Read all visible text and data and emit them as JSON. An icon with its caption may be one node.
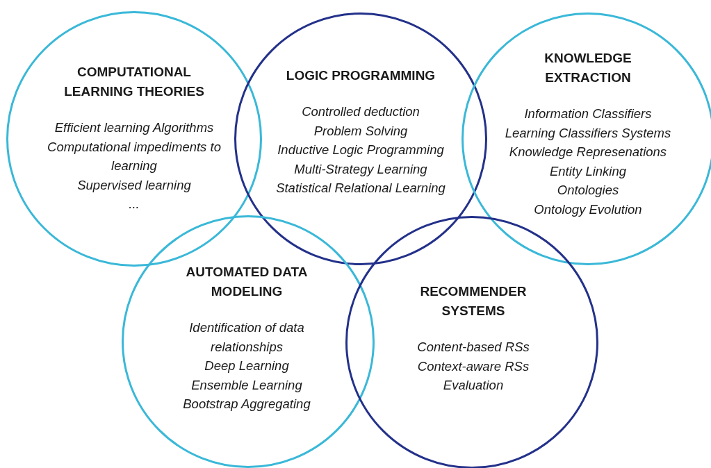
{
  "diagram": {
    "nodes": [
      {
        "text": [
          "COMPUTATIONAL LEARNING THEORIES",
          "Efficient learning Algorithms",
          "Computational impediments to learning",
          "Supervised learning",
          "..."
        ]
      },
      {
        "text": [
          "LOGIC PROGRAMMING",
          "Controlled deduction",
          "Problem Solving",
          "Inductive Logic Programming",
          "Multi-Strategy Learning",
          "Statistical Relational Learning"
        ]
      },
      {
        "text": [
          "KNOWLEDGE EXTRACTION",
          "Information Classifiers",
          "Learning Classifiers Systems",
          "Knowledge Represenations",
          "Entity Linking",
          "Ontologies",
          "Ontology Evolution"
        ]
      },
      {
        "text": [
          "AUTOMATED DATA MODELING",
          "Identification of data relationships",
          "Deep Learning",
          "Ensemble Learning",
          "Bootstrap Aggregating"
        ]
      },
      {
        "text": [
          "RECOMMENDER SYSTEMS",
          "Content-based RSs",
          "Context-aware RSs",
          "Evaluation"
        ]
      }
    ]
  }
}
